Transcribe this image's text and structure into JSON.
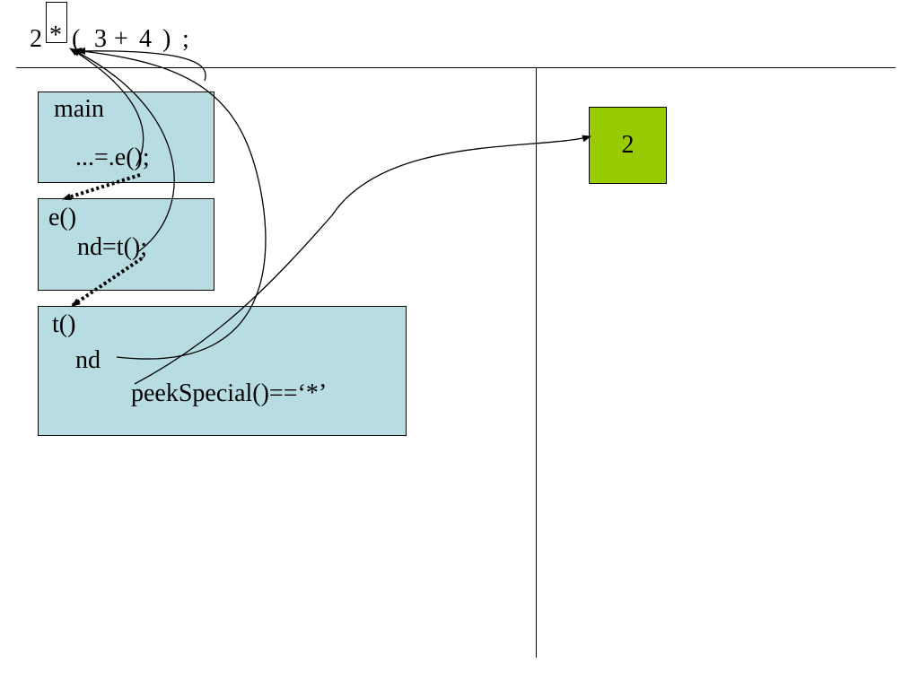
{
  "expression": {
    "tokens": [
      "2",
      "*",
      "(",
      "3",
      "+",
      "4",
      ")",
      ";"
    ]
  },
  "frames": {
    "main": {
      "label": "main",
      "code": "...=.e();"
    },
    "e": {
      "label": "e()",
      "code": "nd=t();"
    },
    "t": {
      "label": "t()",
      "var": "nd",
      "code": "peekSpecial()==‘*’"
    }
  },
  "node": {
    "value": "2"
  },
  "colors": {
    "frame_fill": "#b7dde3",
    "node_fill": "#99cc00",
    "line": "#000000"
  }
}
